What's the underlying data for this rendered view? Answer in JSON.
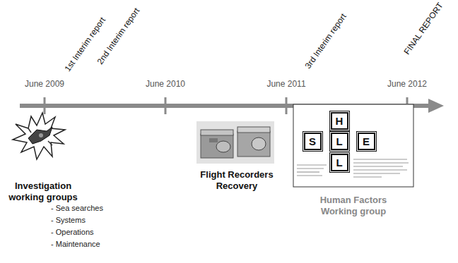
{
  "diagram": {
    "nodes": [
      {
        "text": [
          "H"
        ]
      },
      {
        "text": [
          "S"
        ]
      },
      {
        "text": [
          "L"
        ]
      },
      {
        "text": [
          "E"
        ]
      },
      {
        "text": [
          "L"
        ]
      }
    ],
    "labels": [
      "June 2009",
      "1st Interim report",
      "2nd Interim report",
      "June 2010",
      "June 2011",
      "3rd Interim report",
      "June 2012",
      "FINAL REPORT",
      "Investigation working groups",
      "- Sea searches",
      "- Systems",
      "- Operations",
      "- Maintenance",
      "Flight Recorders Recovery",
      "Human Factors Working group"
    ]
  }
}
